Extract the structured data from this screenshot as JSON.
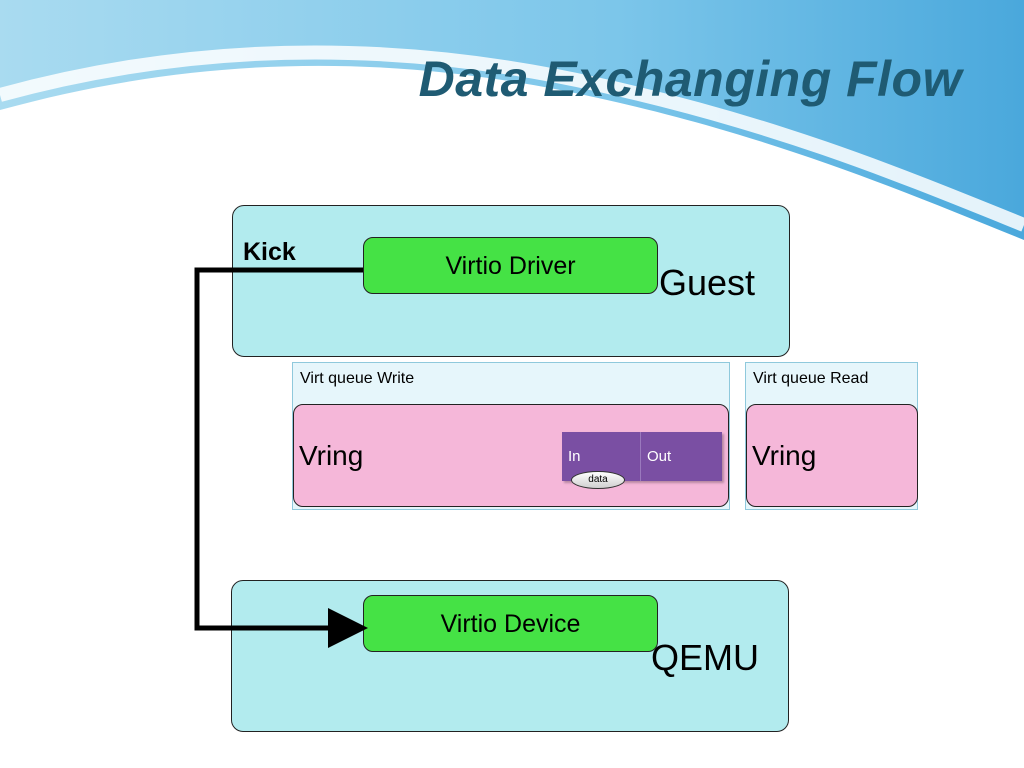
{
  "title": "Data Exchanging Flow",
  "guest": {
    "label": "Guest",
    "driver_label": "Virtio Driver",
    "kick_label": "Kick"
  },
  "qemu": {
    "label": "QEMU",
    "device_label": "Virtio Device"
  },
  "queue_write": {
    "label": "Virt queue Write",
    "vring_label": "Vring",
    "slots": {
      "in": "In",
      "out": "Out",
      "data": "data"
    }
  },
  "queue_read": {
    "label": "Virt queue Read",
    "vring_label": "Vring"
  },
  "colors": {
    "title": "#1f5b73",
    "container": "#b2ebee",
    "component": "#45e245",
    "vring": "#f5b7d9",
    "slot": "#7a4fa3",
    "queue": "#e6f6fb"
  }
}
